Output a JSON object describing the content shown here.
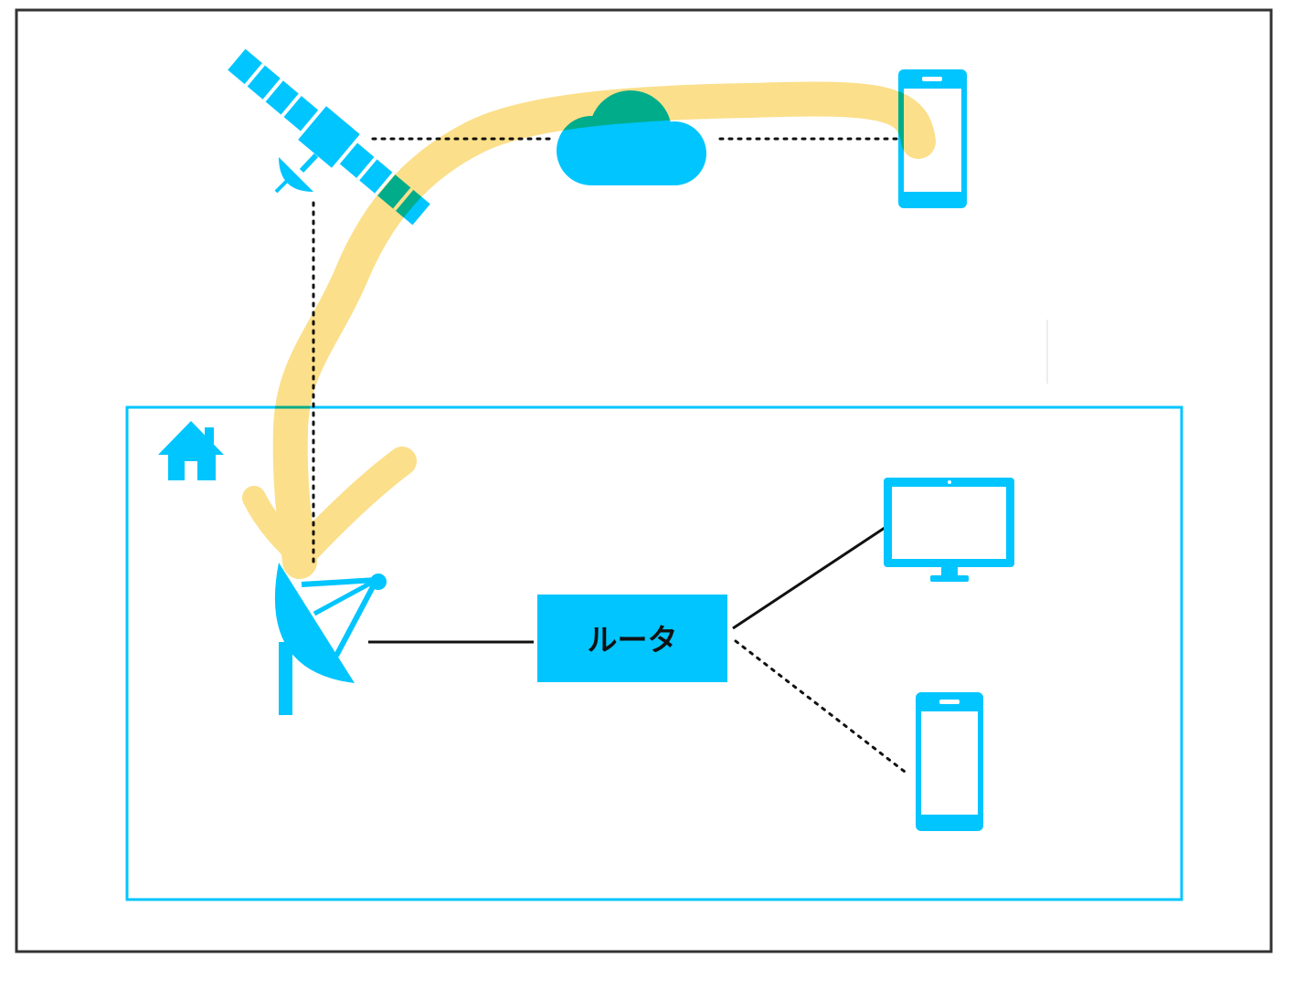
{
  "diagram": {
    "router": {
      "label": "ルータ"
    },
    "nodes": [
      {
        "id": "satellite",
        "icon": "satellite-icon"
      },
      {
        "id": "cloud",
        "icon": "cloud-icon"
      },
      {
        "id": "remote-phone",
        "icon": "smartphone-icon"
      },
      {
        "id": "home",
        "icon": "house-icon"
      },
      {
        "id": "dish",
        "icon": "satellite-dish-icon"
      },
      {
        "id": "router",
        "icon": "router-box"
      },
      {
        "id": "desktop",
        "icon": "monitor-icon"
      },
      {
        "id": "home-phone",
        "icon": "smartphone-icon"
      }
    ],
    "links": [
      {
        "from": "satellite",
        "to": "cloud",
        "style": "dotted"
      },
      {
        "from": "cloud",
        "to": "remote-phone",
        "style": "dotted"
      },
      {
        "from": "satellite",
        "to": "dish",
        "style": "dotted"
      },
      {
        "from": "dish",
        "to": "router",
        "style": "solid"
      },
      {
        "from": "router",
        "to": "desktop",
        "style": "solid"
      },
      {
        "from": "router",
        "to": "home-phone",
        "style": "dotted"
      }
    ]
  },
  "colors": {
    "icon": "#00c5ff",
    "highlight": "#f7c52a",
    "frame": "#333333",
    "link": "#111111"
  }
}
